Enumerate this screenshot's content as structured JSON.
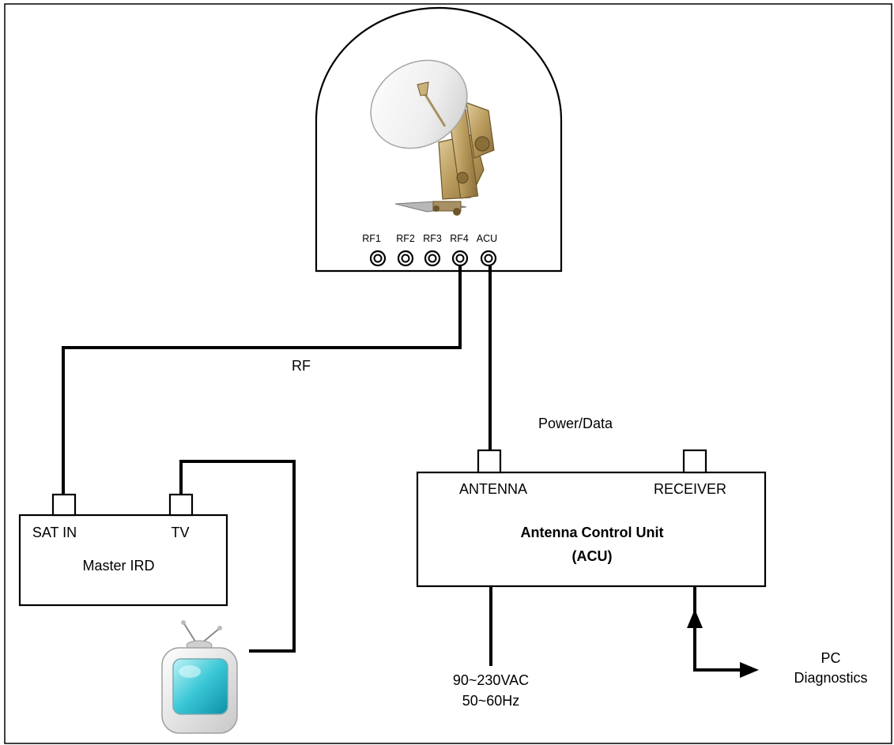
{
  "radome": {
    "port_labels": [
      "RF1",
      "RF2",
      "RF3",
      "RF4",
      "ACU"
    ]
  },
  "cables": {
    "rf_label": "RF",
    "power_data_label": "Power/Data"
  },
  "master_ird": {
    "title": "Master IRD",
    "sat_in_label": "SAT IN",
    "tv_label": "TV"
  },
  "acu": {
    "title_line1": "Antenna Control Unit",
    "title_line2": "(ACU)",
    "antenna_label": "ANTENNA",
    "receiver_label": "RECEIVER"
  },
  "power_supply": {
    "line1": "90~230VAC",
    "line2": "50~60Hz"
  },
  "pc": {
    "line1": "PC",
    "line2": "Diagnostics"
  },
  "icons": {
    "antenna": "satellite-dish-icon",
    "television": "television-icon"
  }
}
